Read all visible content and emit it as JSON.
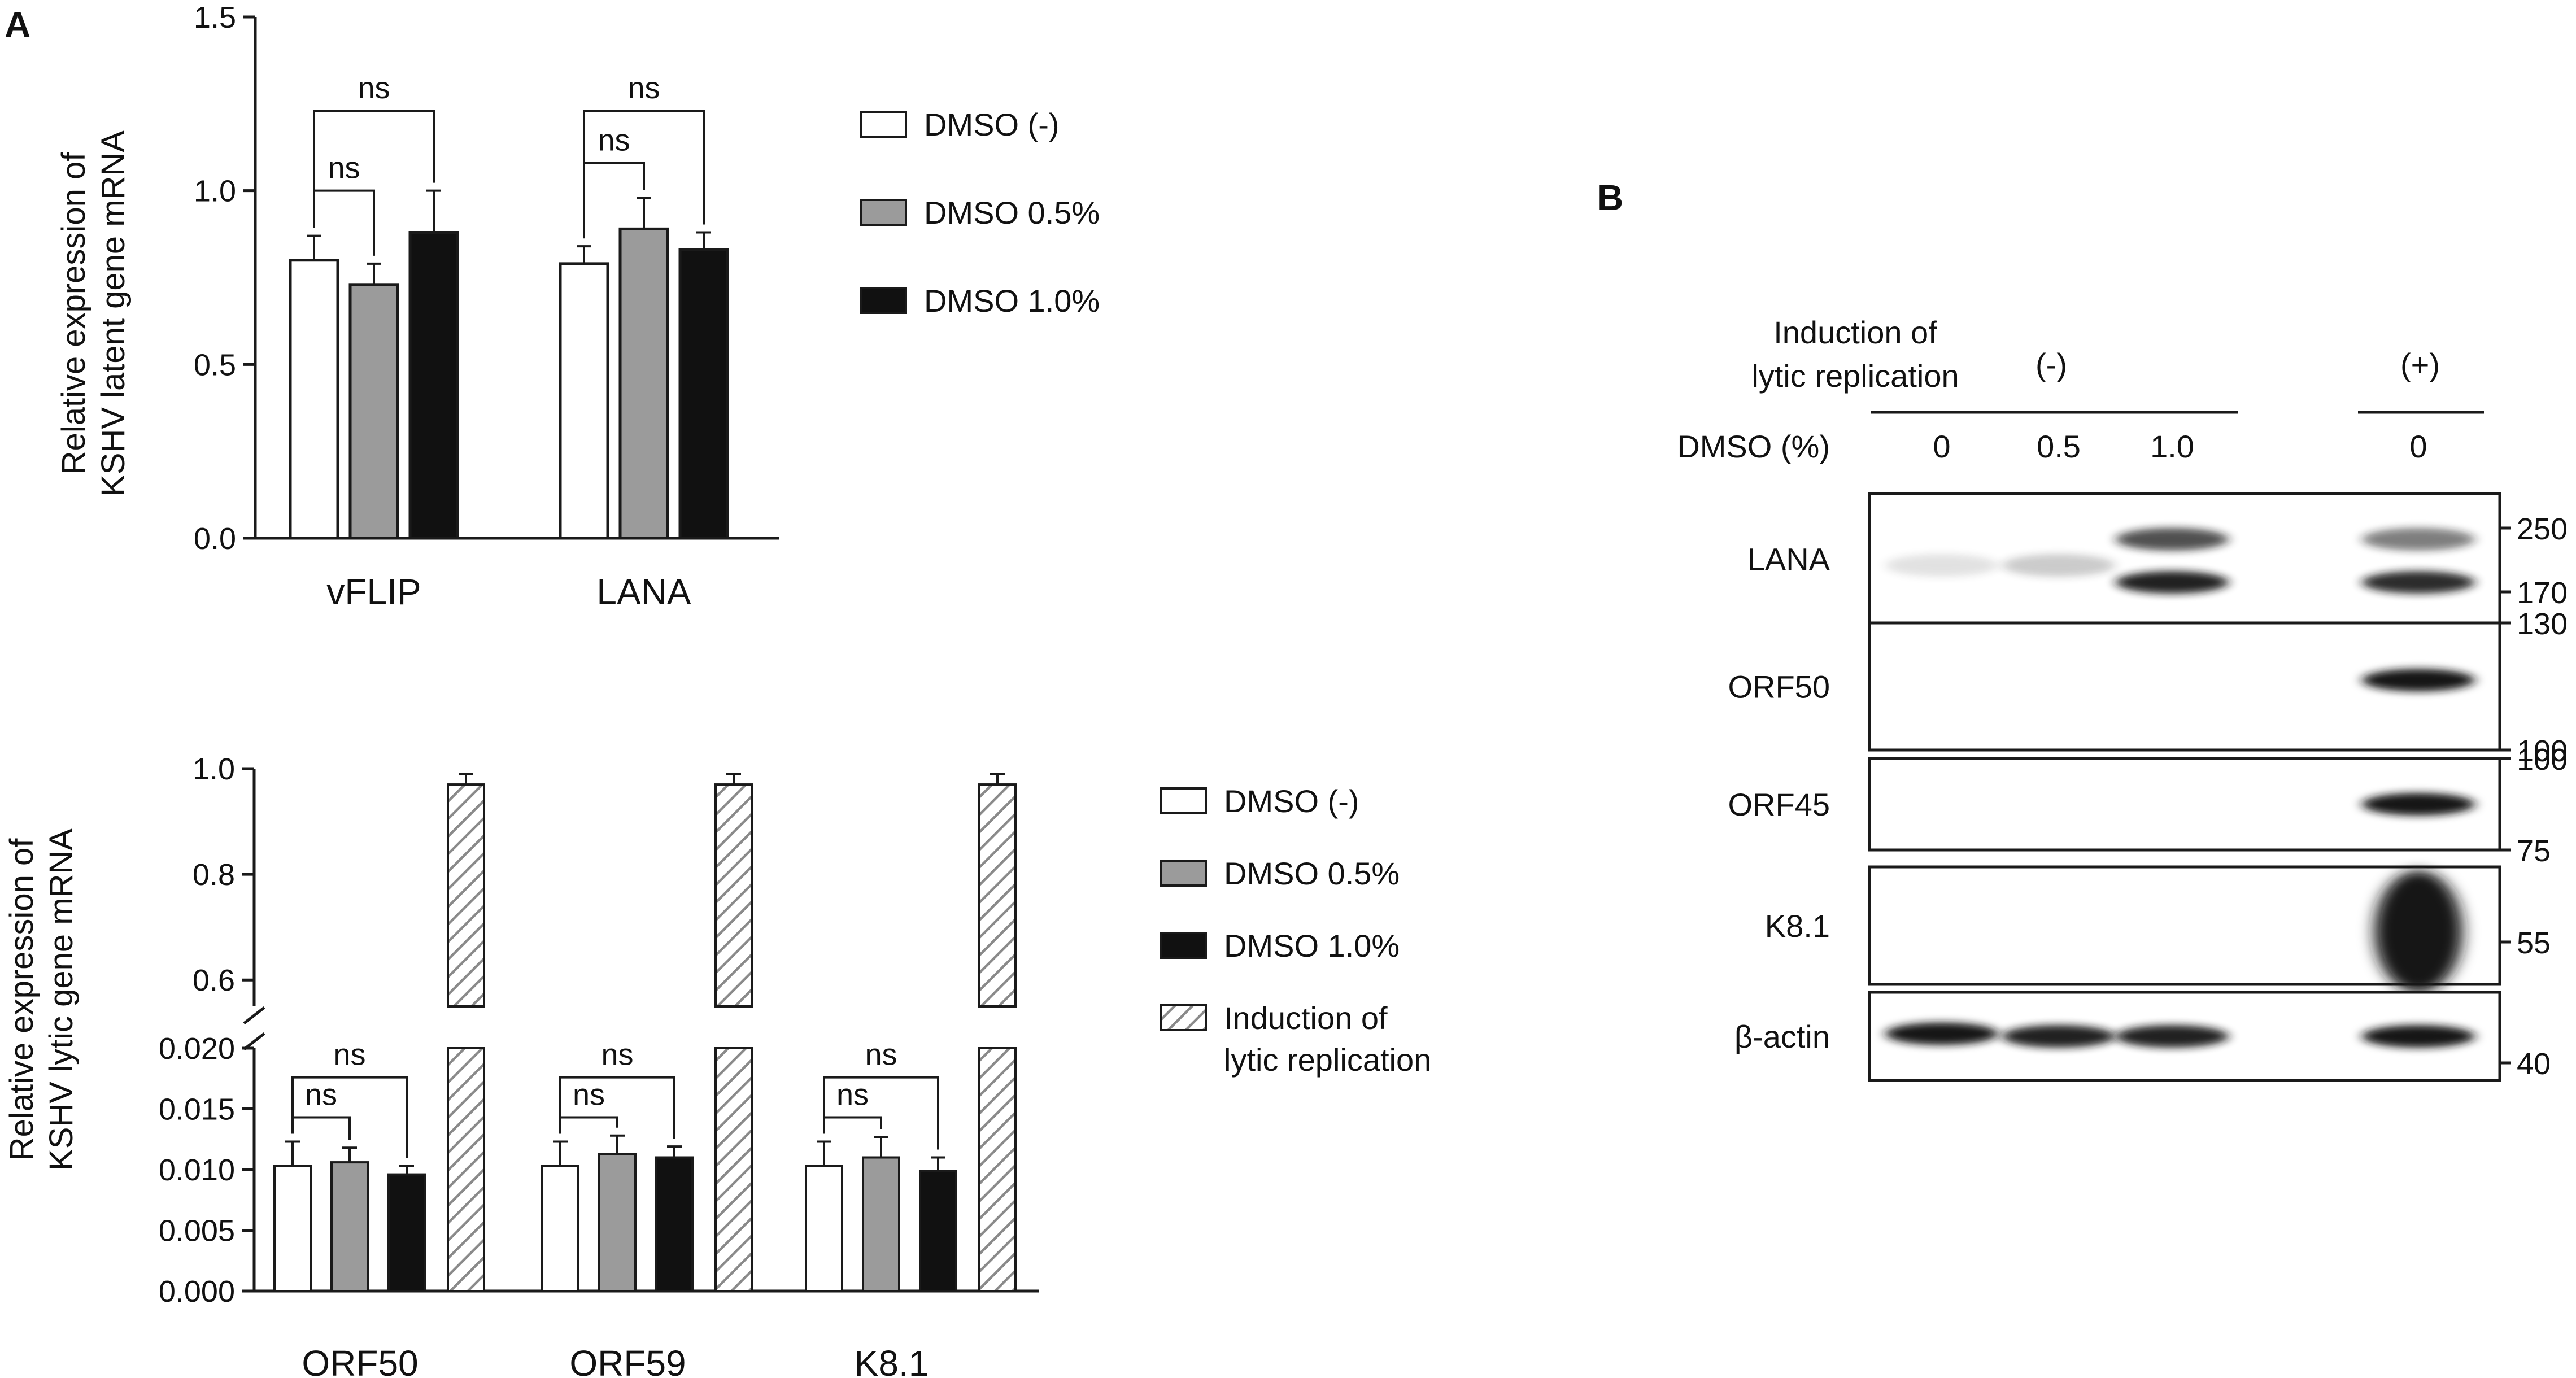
{
  "panel_labels": {
    "a": "A",
    "b": "B"
  },
  "colors": {
    "dmso_neg": "#ffffff",
    "dmso_05": "#9b9b9b",
    "dmso_10": "#111111",
    "induction_hatch": "#8a8a8a",
    "axis": "#1a1a1a",
    "blot_band": "#151515"
  },
  "chart_data": [
    {
      "id": "latent",
      "type": "bar",
      "ylabel_lines": [
        "Relative expression of",
        "KSHV latent gene mRNA"
      ],
      "ylim": [
        0,
        1.5
      ],
      "yticks": [
        0.0,
        0.5,
        1.0,
        1.5
      ],
      "ytick_labels": [
        "0.0",
        "0.5",
        "1.0",
        "1.5"
      ],
      "categories": [
        "vFLIP",
        "LANA"
      ],
      "series": [
        {
          "name": "DMSO (-)",
          "values": [
            0.8,
            0.79
          ],
          "errors": [
            0.07,
            0.05
          ]
        },
        {
          "name": "DMSO 0.5%",
          "values": [
            0.73,
            0.89
          ],
          "errors": [
            0.06,
            0.09
          ]
        },
        {
          "name": "DMSO 1.0%",
          "values": [
            0.88,
            0.83
          ],
          "errors": [
            0.12,
            0.05
          ]
        }
      ],
      "comparisons": [
        {
          "category": 0,
          "from": 0,
          "to": 1,
          "label": "ns",
          "level": 1.0
        },
        {
          "category": 0,
          "from": 0,
          "to": 2,
          "label": "ns",
          "level": 1.23
        },
        {
          "category": 1,
          "from": 0,
          "to": 1,
          "label": "ns",
          "level": 1.08
        },
        {
          "category": 1,
          "from": 0,
          "to": 2,
          "label": "ns",
          "level": 1.23
        }
      ],
      "legend": [
        "DMSO (-)",
        "DMSO 0.5%",
        "DMSO 1.0%"
      ],
      "legend_position": "right"
    },
    {
      "id": "lytic",
      "type": "bar",
      "ylabel_lines": [
        "Relative expression of",
        "KSHV lytic gene mRNA"
      ],
      "broken_axis": true,
      "ylim_lower": [
        0,
        0.02
      ],
      "yticks_lower": [
        0.0,
        0.005,
        0.01,
        0.015,
        0.02
      ],
      "ytick_labels_lower": [
        "0.000",
        "0.005",
        "0.010",
        "0.015",
        "0.020"
      ],
      "ylim_upper": [
        0.55,
        1.0
      ],
      "yticks_upper": [
        0.6,
        0.8,
        1.0
      ],
      "ytick_labels_upper": [
        "0.6",
        "0.8",
        "1.0"
      ],
      "categories": [
        "ORF50",
        "ORF59",
        "K8.1"
      ],
      "series": [
        {
          "name": "DMSO (-)",
          "values": [
            0.0103,
            0.0103,
            0.0103
          ],
          "errors": [
            0.002,
            0.002,
            0.002
          ]
        },
        {
          "name": "DMSO 0.5%",
          "values": [
            0.0106,
            0.0113,
            0.011
          ],
          "errors": [
            0.0012,
            0.0015,
            0.0017
          ]
        },
        {
          "name": "DMSO 1.0%",
          "values": [
            0.0096,
            0.011,
            0.0099
          ],
          "errors": [
            0.0007,
            0.0009,
            0.0011
          ]
        },
        {
          "name": "Induction of lytic replication",
          "values": [
            0.97,
            0.97,
            0.97
          ],
          "errors": [
            0.02,
            0.02,
            0.02
          ]
        }
      ],
      "comparisons": [
        {
          "category": 0,
          "from": 0,
          "to": 1,
          "label": "ns",
          "level": 0.0143
        },
        {
          "category": 0,
          "from": 0,
          "to": 2,
          "label": "ns",
          "level": 0.0176
        },
        {
          "category": 1,
          "from": 0,
          "to": 1,
          "label": "ns",
          "level": 0.0143
        },
        {
          "category": 1,
          "from": 0,
          "to": 2,
          "label": "ns",
          "level": 0.0176
        },
        {
          "category": 2,
          "from": 0,
          "to": 1,
          "label": "ns",
          "level": 0.0143
        },
        {
          "category": 2,
          "from": 0,
          "to": 2,
          "label": "ns",
          "level": 0.0176
        }
      ],
      "legend": [
        "DMSO (-)",
        "DMSO 0.5%",
        "DMSO 1.0%",
        "Induction of lytic replication"
      ],
      "legend_position": "right"
    }
  ],
  "western_blot": {
    "induction_label_lines": [
      "Induction of",
      "lytic replication"
    ],
    "group_labels": [
      "(-)",
      "(+)"
    ],
    "dmso_label": "DMSO (%)",
    "lane_labels": [
      "0",
      "0.5",
      "1.0",
      "0"
    ],
    "rows": [
      {
        "label": "LANA",
        "markers": [
          "250",
          "170"
        ],
        "bands": [
          {
            "lane": 0,
            "intensity": 0.12,
            "pos": 0.55
          },
          {
            "lane": 1,
            "intensity": 0.22,
            "pos": 0.55
          },
          {
            "lane": 2,
            "intensity": 0.75,
            "pos": 0.35
          },
          {
            "lane": 2,
            "intensity": 0.95,
            "pos": 0.68
          },
          {
            "lane": 3,
            "intensity": 0.55,
            "pos": 0.35
          },
          {
            "lane": 3,
            "intensity": 0.9,
            "pos": 0.68
          }
        ]
      },
      {
        "label": "ORF50",
        "markers": [
          "130",
          "100"
        ],
        "bands": [
          {
            "lane": 3,
            "intensity": 1.0,
            "pos": 0.45
          }
        ]
      },
      {
        "label": "ORF45",
        "markers": [
          "100",
          "75"
        ],
        "bands": [
          {
            "lane": 3,
            "intensity": 1.0,
            "pos": 0.5
          }
        ]
      },
      {
        "label": "K8.1",
        "markers": [
          "55"
        ],
        "bands": [
          {
            "lane": 3,
            "intensity": 1.0,
            "pos": 0.55,
            "smear": true
          }
        ]
      },
      {
        "label": "β-actin",
        "markers": [
          "40"
        ],
        "bands": [
          {
            "lane": 0,
            "intensity": 1.0,
            "pos": 0.47
          },
          {
            "lane": 1,
            "intensity": 0.95,
            "pos": 0.5
          },
          {
            "lane": 2,
            "intensity": 0.95,
            "pos": 0.5
          },
          {
            "lane": 3,
            "intensity": 1.0,
            "pos": 0.5
          }
        ]
      }
    ]
  }
}
